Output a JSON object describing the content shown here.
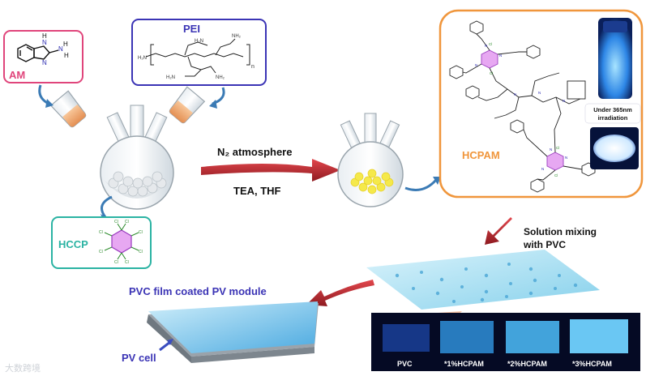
{
  "labels": {
    "am": "AM",
    "pei": "PEI",
    "hccp": "HCCP",
    "hcpam": "HCPAM",
    "condition_top": "N₂ atmosphere",
    "condition_bottom": "TEA, THF",
    "solution_mixing_line1": "Solution mixing",
    "solution_mixing_line2": "with PVC",
    "pvc_film_module": "PVC film coated PV module",
    "pv_cell": "PV cell",
    "uv_line1": "Under 365nm",
    "uv_line2": "irradiation",
    "watermark": "大数跨境"
  },
  "sample_labels": [
    "PVC",
    "*1%HCPAM",
    "*2%HCPAM",
    "*3%HCPAM"
  ],
  "colors": {
    "am_border": "#e0457b",
    "pei_border": "#3b34b5",
    "hccp_border": "#2bb3a3",
    "hcpam_border": "#f0963c",
    "arrow_red": "#c0262d",
    "film_blue": "#8fd6ef",
    "uv_glow": "#4fc0ff"
  },
  "icons": [
    "flask-icon",
    "beaker-icon",
    "red-arrow-icon",
    "curved-arrow-icon",
    "vial-icon",
    "powder-dish-icon"
  ]
}
